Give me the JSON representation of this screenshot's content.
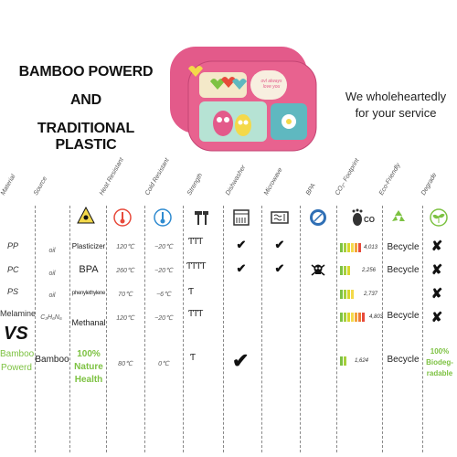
{
  "banner": {
    "title_line1": "BAMBOO POWERD",
    "title_line2": "AND",
    "title_line3": "TRADITIONAL PLASTIC",
    "tagline_line1": "We wholeheartedly",
    "tagline_line2": "for your service"
  },
  "plate": {
    "badge_text": "ovl always love you",
    "colors": {
      "pink": "#e35a8a",
      "mint": "#b6e3d4",
      "teal": "#5fb8c0",
      "yellow": "#f4d94a",
      "red": "#e74a3b",
      "green": "#7dc242"
    }
  },
  "columns": {
    "material": "Material",
    "source": "Source",
    "bpa_warning": "",
    "heat": "Heat Resistant",
    "cold": "Cold Resistant",
    "strength": "Strength",
    "dishwasher": "Dishwasher",
    "microwave": "Microwave",
    "bpa": "BPA",
    "co2": "CO₂- Footprint",
    "eco": "Eco-Friendly",
    "degrade": "Degrade"
  },
  "co2_icon_text": "CO",
  "rows": [
    {
      "material": "PP",
      "source": "oil",
      "additive": "Plasticizer",
      "heat": "120℃",
      "cold": "−20℃",
      "strength": "ƬƬƬ",
      "dish": "✔",
      "micro": "✔",
      "co2": "4,013",
      "eco": "Becycle",
      "degrade": "✘"
    },
    {
      "material": "PC",
      "source": "oil",
      "additive": "BPA",
      "heat": "260℃",
      "cold": "−20℃",
      "strength": "ƬƬƬƬ",
      "dish": "✔",
      "micro": "✔",
      "co2": "2,256",
      "eco": "Becycle",
      "degrade": "✘"
    },
    {
      "material": "PS",
      "source": "oil",
      "additive": "phenylethylene",
      "heat": "70℃",
      "cold": "−6℃",
      "strength": "Ƭ",
      "dish": "",
      "micro": "",
      "co2": "2,737",
      "eco": "",
      "degrade": "✘"
    },
    {
      "material": "Melamine",
      "source": "C₃H₆N₆",
      "additive": "Methanal",
      "heat": "120℃",
      "cold": "−20℃",
      "strength": "ƬƬƬ",
      "dish": "",
      "micro": "",
      "co2": "4,803",
      "eco": "Becycle",
      "degrade": "✘"
    }
  ],
  "vs": "VS",
  "bamboo": {
    "material_line1": "Bamboo",
    "material_line2": "Powerd",
    "source": "Bamboo",
    "additive_line1": "100%",
    "additive_line2": "Nature",
    "additive_line3": "Health",
    "heat": "80℃",
    "cold": "0℃",
    "strength": "Ƭ",
    "dish": "✔",
    "co2": "1,624",
    "eco": "Becycle",
    "degrade_line1": "100%",
    "degrade_line2": "Biodeg-",
    "degrade_line3": "radable"
  }
}
